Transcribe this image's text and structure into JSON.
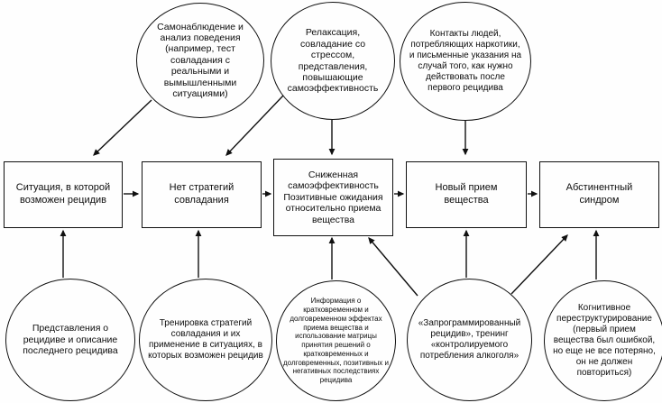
{
  "diagram": {
    "description_colors": {
      "stroke": "#101010",
      "background": "#fefefe",
      "text": "#0d0d0d"
    },
    "nodes": {
      "top_circle_self_monitoring": {
        "label": "Самонаблюдение и анализ поведения (например, тест совладания с реальными и вымышленными ситуациями)"
      },
      "top_circle_relaxation": {
        "label": "Релаксация, совладание со стрессом, представления, повышающие самоэффективность"
      },
      "top_circle_drug_contacts": {
        "label": "Контакты людей, потребляющих наркотики, и письменные указания на случай того, как нужно действовать после первого рецидива"
      },
      "box_relapse_situation": {
        "label": "Ситуация, в которой возможен рецидив"
      },
      "box_no_coping_strategies": {
        "label": "Нет стратегий совладания"
      },
      "box_lowered_self_efficacy": {
        "label": "Сниженная самоэффективность Позитивные ожидания относительно приема вещества"
      },
      "box_new_substance_intake": {
        "label": "Новый прием вещества"
      },
      "box_abstinence_syndrome": {
        "label": "Абстинентный синдром"
      },
      "bottom_circle_relapse_representation": {
        "label": "Представления о рецидиве и описание последнего рецидива"
      },
      "bottom_circle_coping_training": {
        "label": "Тренировка стратегий совладания и их применение в ситуациях, в которых возможен рецидив"
      },
      "bottom_circle_effects_information": {
        "label": "Информация о кратковременном и долговременном эффектах приема вещества и использование матрицы принятия решений о кратковременных и долговременных, позитивных и негативных последствиях рецидива"
      },
      "bottom_circle_programmed_relapse": {
        "label": "«Запрограммированный рецидив», тренинг «контролируемого потребления алкоголя»"
      },
      "bottom_circle_cognitive_restructuring": {
        "label": "Когнитивное переструктурирование (первый прием вещества был ошибкой, но еще не все потеряно, он не должен повториться)"
      }
    },
    "edges": [
      {
        "from": "top_circle_self_monitoring",
        "to": "box_relapse_situation"
      },
      {
        "from": "top_circle_relaxation",
        "to": "box_no_coping_strategies"
      },
      {
        "from": "top_circle_relaxation",
        "to": "box_lowered_self_efficacy"
      },
      {
        "from": "top_circle_drug_contacts",
        "to": "box_new_substance_intake"
      },
      {
        "from": "box_relapse_situation",
        "to": "box_no_coping_strategies"
      },
      {
        "from": "box_no_coping_strategies",
        "to": "box_lowered_self_efficacy"
      },
      {
        "from": "box_lowered_self_efficacy",
        "to": "box_new_substance_intake"
      },
      {
        "from": "box_new_substance_intake",
        "to": "box_abstinence_syndrome"
      },
      {
        "from": "bottom_circle_relapse_representation",
        "to": "box_relapse_situation"
      },
      {
        "from": "bottom_circle_coping_training",
        "to": "box_no_coping_strategies"
      },
      {
        "from": "bottom_circle_effects_information",
        "to": "box_lowered_self_efficacy"
      },
      {
        "from": "bottom_circle_programmed_relapse",
        "to": "box_lowered_self_efficacy"
      },
      {
        "from": "bottom_circle_programmed_relapse",
        "to": "box_new_substance_intake"
      },
      {
        "from": "bottom_circle_programmed_relapse",
        "to": "box_abstinence_syndrome"
      },
      {
        "from": "bottom_circle_cognitive_restructuring",
        "to": "box_abstinence_syndrome"
      }
    ]
  }
}
